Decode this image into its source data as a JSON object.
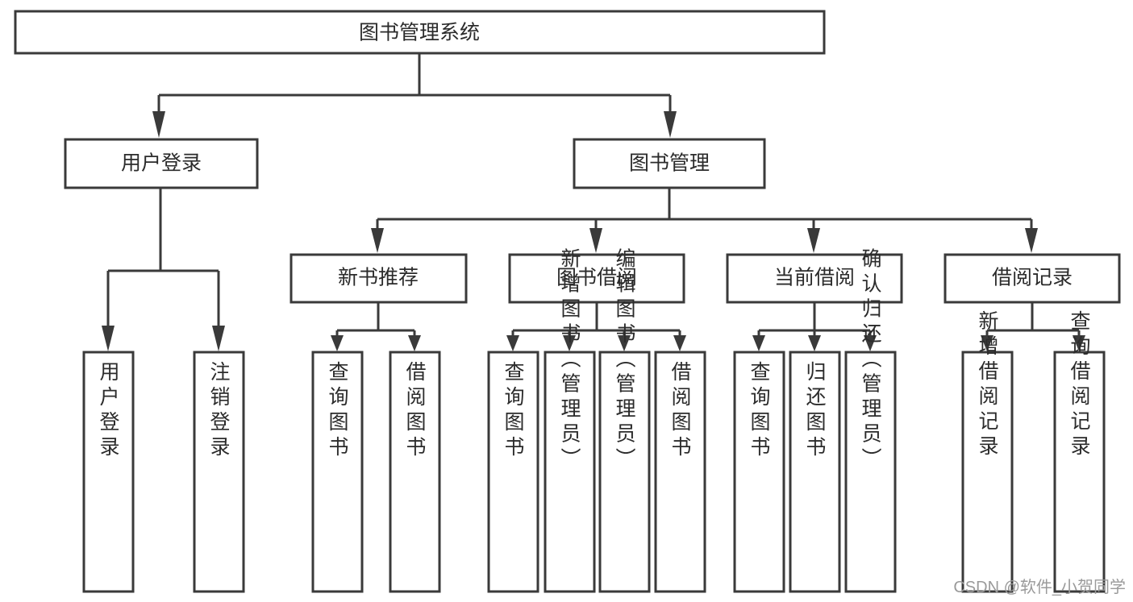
{
  "diagram": {
    "type": "hierarchy-tree",
    "title": "图书管理系统",
    "root": {
      "id": "root",
      "label": "图书管理系统"
    },
    "level1": [
      {
        "id": "user-login",
        "label": "用户登录"
      },
      {
        "id": "book-management",
        "label": "图书管理"
      }
    ],
    "level2": [
      {
        "id": "new-book-recommend",
        "label": "新书推荐",
        "parent": "book-management"
      },
      {
        "id": "book-borrow",
        "label": "图书借阅",
        "parent": "book-management"
      },
      {
        "id": "current-borrow",
        "label": "当前借阅",
        "parent": "book-management"
      },
      {
        "id": "borrow-record",
        "label": "借阅记录",
        "parent": "book-management"
      }
    ],
    "leaves": {
      "user-login": [
        {
          "id": "leaf-user-login",
          "label": "用户登录"
        },
        {
          "id": "leaf-user-logout",
          "label": "注销登录"
        }
      ],
      "new-book-recommend": [
        {
          "id": "leaf-query-book-1",
          "label": "查询图书"
        },
        {
          "id": "leaf-borrow-book-1",
          "label": "借阅图书"
        }
      ],
      "book-borrow": [
        {
          "id": "leaf-query-book-2",
          "label": "查询图书"
        },
        {
          "id": "leaf-add-book",
          "label": "新增图书（管理员）"
        },
        {
          "id": "leaf-edit-book",
          "label": "编辑图书（管理员）"
        },
        {
          "id": "leaf-borrow-book-2",
          "label": "借阅图书"
        }
      ],
      "current-borrow": [
        {
          "id": "leaf-query-book-3",
          "label": "查询图书"
        },
        {
          "id": "leaf-return-book",
          "label": "归还图书"
        },
        {
          "id": "leaf-confirm-return",
          "label": "确认归还（管理员）"
        }
      ],
      "borrow-record": [
        {
          "id": "leaf-add-record",
          "label": "新增借阅记录"
        },
        {
          "id": "leaf-query-record",
          "label": "查询借阅记录"
        }
      ]
    }
  },
  "watermark": {
    "text": "CSDN @软件_小贺同学"
  },
  "colors": {
    "stroke": "#3a3a3a",
    "box_fill": "#ffffff",
    "text": "#2b2b2b",
    "background": "#ffffff",
    "watermark": "#9a9a9a"
  }
}
